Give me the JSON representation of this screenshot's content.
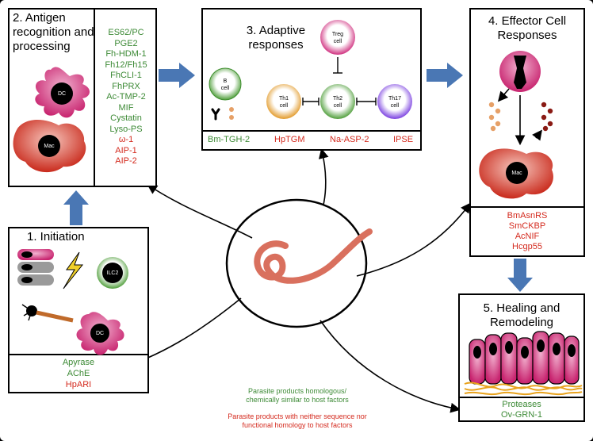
{
  "colors": {
    "homologous": "#3d8a36",
    "non_homologous": "#d42a1e",
    "arrow_blue": "#4a77b4",
    "cell_pink": "#d7488e",
    "cell_red": "#d63a2f"
  },
  "panel1": {
    "title": "1. Initiation",
    "cells": {
      "ilc2": "ILC2",
      "dc": "DC"
    },
    "products": [
      {
        "name": "Apyrase",
        "homology": "homologous"
      },
      {
        "name": "AChE",
        "homology": "homologous"
      },
      {
        "name": "HpARI",
        "homology": "non_homologous"
      }
    ]
  },
  "panel2": {
    "title_line1": "2. Antigen",
    "title_line2": "recognition and",
    "title_line3": "processing",
    "cells": {
      "dc": "DC",
      "mac": "Mac"
    },
    "products": [
      {
        "name": "ES62/PC",
        "homology": "homologous"
      },
      {
        "name": "PGE2",
        "homology": "homologous"
      },
      {
        "name": "Fh-HDM-1",
        "homology": "homologous"
      },
      {
        "name": "Fh12/Fh15",
        "homology": "homologous"
      },
      {
        "name": "FhCLI-1",
        "homology": "homologous"
      },
      {
        "name": "FhPRX",
        "homology": "homologous"
      },
      {
        "name": "Ac-TMP-2",
        "homology": "homologous"
      },
      {
        "name": "MIF",
        "homology": "homologous"
      },
      {
        "name": "Cystatin",
        "homology": "homologous"
      },
      {
        "name": "Lyso-PS",
        "homology": "homologous"
      },
      {
        "name": "ω-1",
        "homology": "non_homologous"
      },
      {
        "name": "AIP-1",
        "homology": "non_homologous"
      },
      {
        "name": "AIP-2",
        "homology": "non_homologous"
      }
    ]
  },
  "panel3": {
    "title_line1": "3. Adaptive",
    "title_line2": "responses",
    "cells": {
      "b_line1": "B",
      "b_line2": "cell",
      "treg_line1": "Treg",
      "treg_line2": "cell",
      "th1_line1": "Th1",
      "th1_line2": "cell",
      "th2_line1": "Th2",
      "th2_line2": "cell",
      "th17_line1": "Th17",
      "th17_line2": "cell"
    },
    "products": [
      {
        "name": "Bm-TGH-2",
        "homology": "homologous"
      },
      {
        "name": "HpTGM",
        "homology": "non_homologous"
      },
      {
        "name": "Na-ASP-2",
        "homology": "non_homologous"
      },
      {
        "name": "IPSE",
        "homology": "non_homologous"
      }
    ]
  },
  "panel4": {
    "title_line1": "4. Effector Cell",
    "title_line2": "Responses",
    "cells": {
      "mac": "Mac"
    },
    "products": [
      {
        "name": "BmAsnRS",
        "homology": "non_homologous"
      },
      {
        "name": "SmCKBP",
        "homology": "non_homologous"
      },
      {
        "name": "AcNIF",
        "homology": "non_homologous"
      },
      {
        "name": "Hcgp55",
        "homology": "non_homologous"
      }
    ]
  },
  "panel5": {
    "title_line1": "5. Healing and",
    "title_line2": "Remodeling",
    "products": [
      {
        "name": "Proteases",
        "homology": "homologous"
      },
      {
        "name": "Ov-GRN-1",
        "homology": "homologous"
      }
    ]
  },
  "legend": {
    "homologous_line1": "Parasite products homologous/",
    "homologous_line2": "chemically similar to host factors",
    "non_homologous_line1": "Parasite products with neither sequence nor",
    "non_homologous_line2": "functional homology to host factors"
  }
}
